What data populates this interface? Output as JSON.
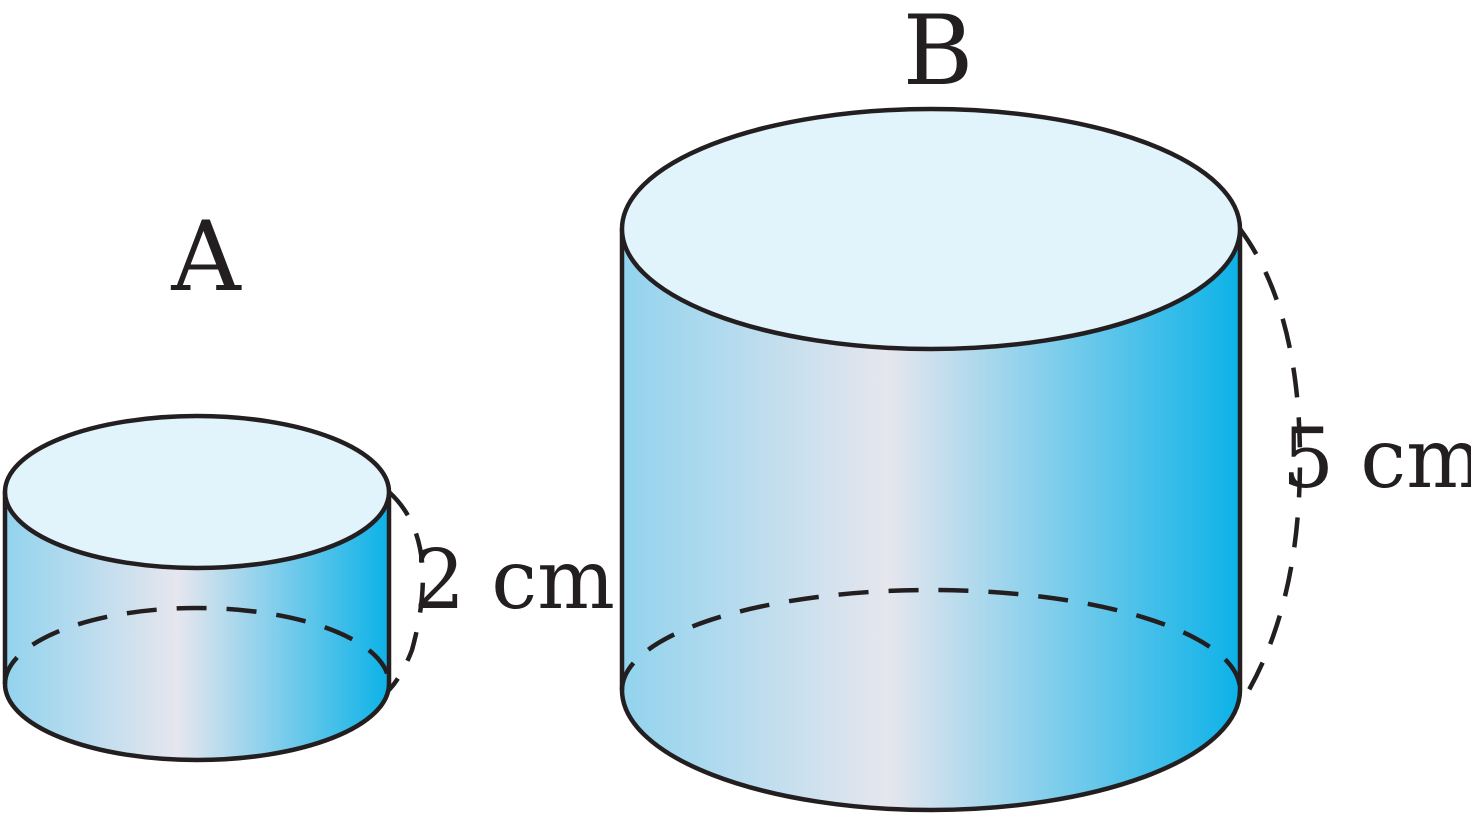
{
  "cylinders": [
    {
      "id": "A",
      "label": "A",
      "height_label": "2 cm"
    },
    {
      "id": "B",
      "label": "B",
      "height_label": "5 cm"
    }
  ],
  "colors": {
    "top_face": "#e1f3fb",
    "side_edge": "#92d3ee",
    "side_middle": "#e6e6ee",
    "side_right": "#0cb2e8",
    "stroke": "#231f20"
  }
}
